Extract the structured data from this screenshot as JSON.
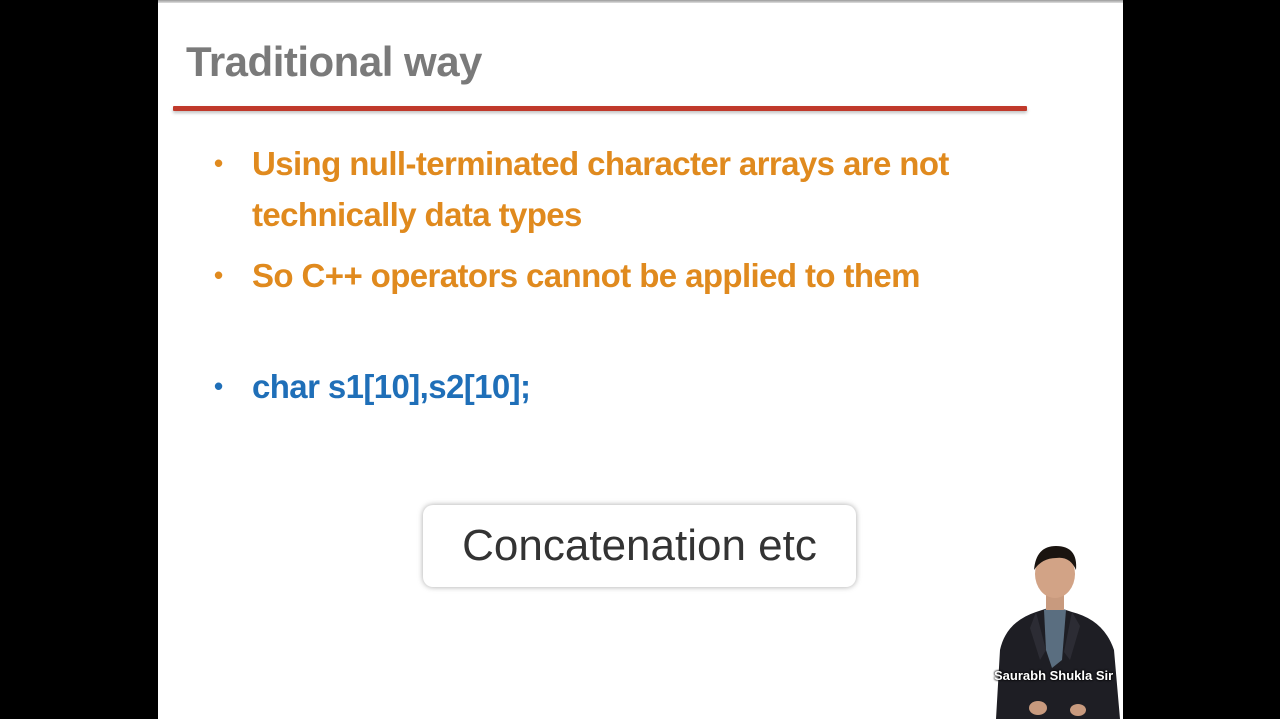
{
  "slide": {
    "title": "Traditional way",
    "bullets": [
      {
        "text": "Using null-terminated character arrays are not technically data types",
        "color": "#e08a1e"
      },
      {
        "text": "So C++ operators cannot be applied to them",
        "color": "#e08a1e"
      },
      {
        "text": "char s1[10],s2[10];",
        "color": "#1f6fb8"
      }
    ],
    "bullet_glyph": "•"
  },
  "caption": {
    "text": "Concatenation etc"
  },
  "presenter": {
    "name": "Saurabh Shukla Sir"
  },
  "colors": {
    "title": "#7a7a7a",
    "rule": "#c0392b",
    "orange_text": "#e08a1e",
    "blue_text": "#1f6fb8",
    "background_letterbox": "#000000"
  }
}
